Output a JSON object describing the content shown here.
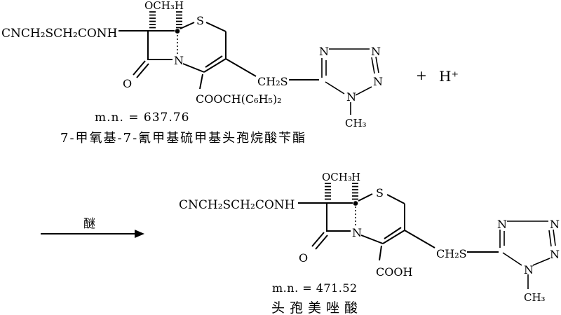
{
  "colors": {
    "ink": "#000000",
    "background": "#ffffff"
  },
  "reaction": {
    "reactant": {
      "side_chain": "CNCH₂SCH₂CONH",
      "methoxy": "OCH₃",
      "stereo_h": "H",
      "sulfur": "S",
      "nitrogen": "N",
      "oxygen": "O",
      "linker": "CH₂S",
      "carboxyl": "COOCH(C₆H₅)₂",
      "mass": "m.n. = 637.76",
      "name": "7-甲氧基-7-氰甲基硫甲基头孢烷酸苄酯",
      "tetrazole": {
        "n_top_left": "N",
        "n_top_right": "N",
        "n_right": "N",
        "n_bottom": "N",
        "methyl": "CH₃"
      }
    },
    "plus_sign": "+",
    "proton": "H⁺",
    "arrow_label": "醚",
    "product": {
      "side_chain": "CNCH₂SCH₂CONH",
      "methoxy": "OCH₃",
      "stereo_h": "H",
      "sulfur": "S",
      "nitrogen": "N",
      "oxygen": "O",
      "linker": "CH₂S",
      "carboxyl": "COOH",
      "mass": "m.n. = 471.52",
      "name": "头孢美唑酸",
      "tetrazole": {
        "n_top_left": "N",
        "n_top_right": "N",
        "n_right": "N",
        "n_bottom": "N",
        "methyl": "CH₃"
      }
    }
  }
}
